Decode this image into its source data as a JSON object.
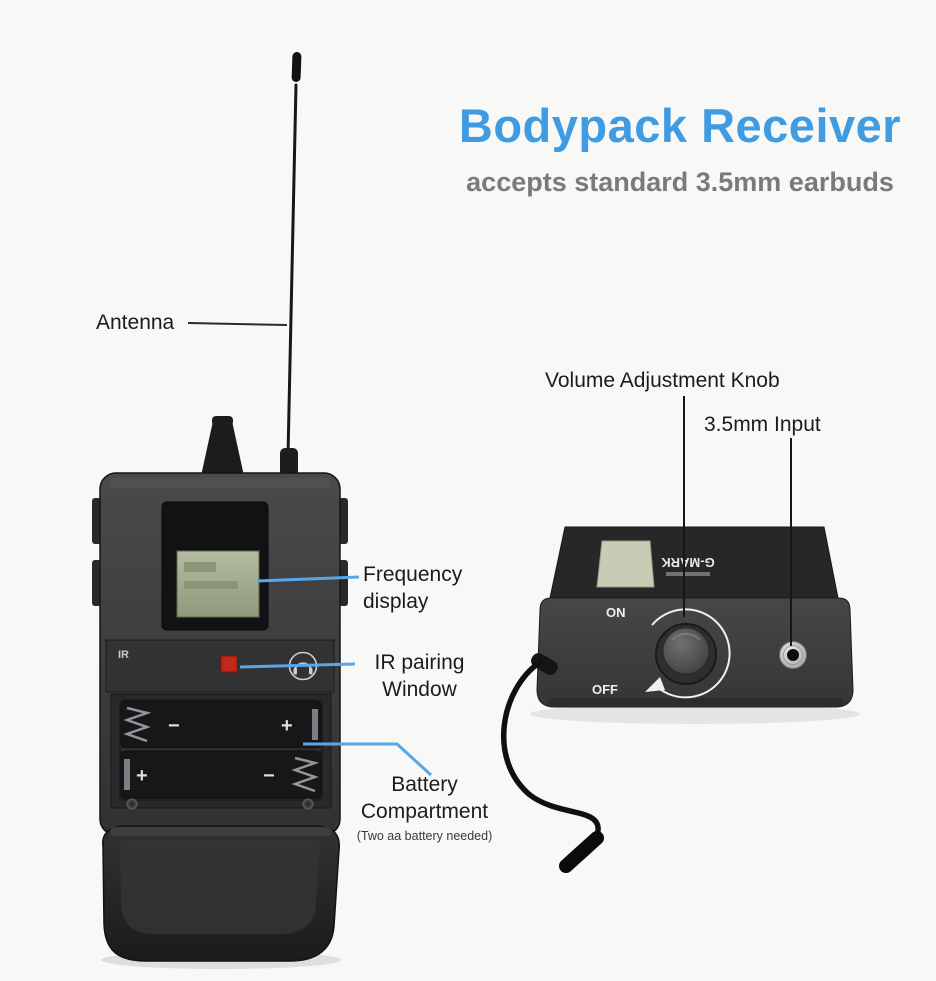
{
  "header": {
    "title": "Bodypack Receiver",
    "subtitle": "accepts standard 3.5mm earbuds"
  },
  "callouts": {
    "antenna": "Antenna",
    "volume": "Volume Adjustment Knob",
    "jack": "3.5mm Input",
    "frequency": [
      "Frequency",
      "display"
    ],
    "ir": [
      "IR pairing",
      "Window"
    ],
    "battery": [
      "Battery",
      "Compartment"
    ],
    "battery_note": "(Two aa battery needed)"
  },
  "device": {
    "front": {
      "ir_label": "IR",
      "plus": "+",
      "minus": "−"
    },
    "top": {
      "brand": "G-MARK",
      "on": "ON",
      "off": "OFF"
    }
  },
  "colors": {
    "title_blue": "#3f9be2",
    "subtitle_gray": "#7a7a7a",
    "leader_blue": "#57a7e8",
    "ir_red": "#c3271c",
    "lcd_green": "#a7b095"
  }
}
